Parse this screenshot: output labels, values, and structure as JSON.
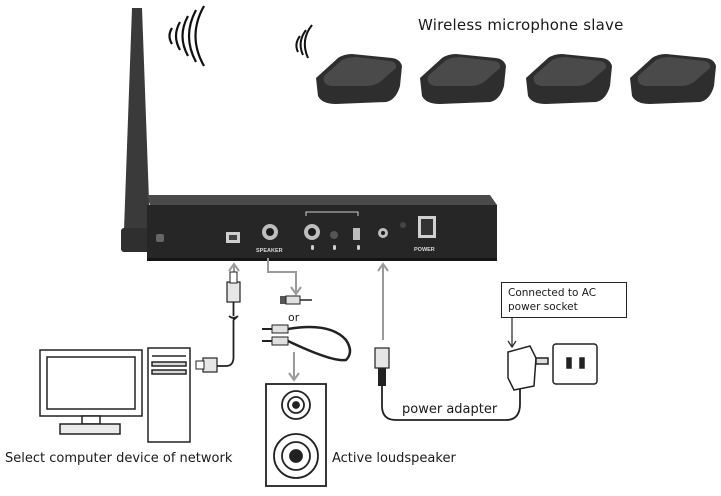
{
  "labels": {
    "title": "Wireless microphone slave",
    "computer": "Select computer device of network",
    "speaker": "Active loudspeaker",
    "adapter": "power adapter",
    "or": "or",
    "callout": "Connected to AC power socket"
  },
  "panel": {
    "speaker_port": "SPEAKER",
    "power_switch": "POWER"
  },
  "colors": {
    "device": "#2b2b2b",
    "device_top": "#3a3a3a",
    "panel_text": "#d8d8d8",
    "arrow": "#9a9a9a",
    "line": "#222222"
  },
  "icons": [
    "antenna-icon",
    "wifi-signal-icon",
    "usb-icon",
    "microphone-icon",
    "power-icon",
    "plug-icon"
  ]
}
